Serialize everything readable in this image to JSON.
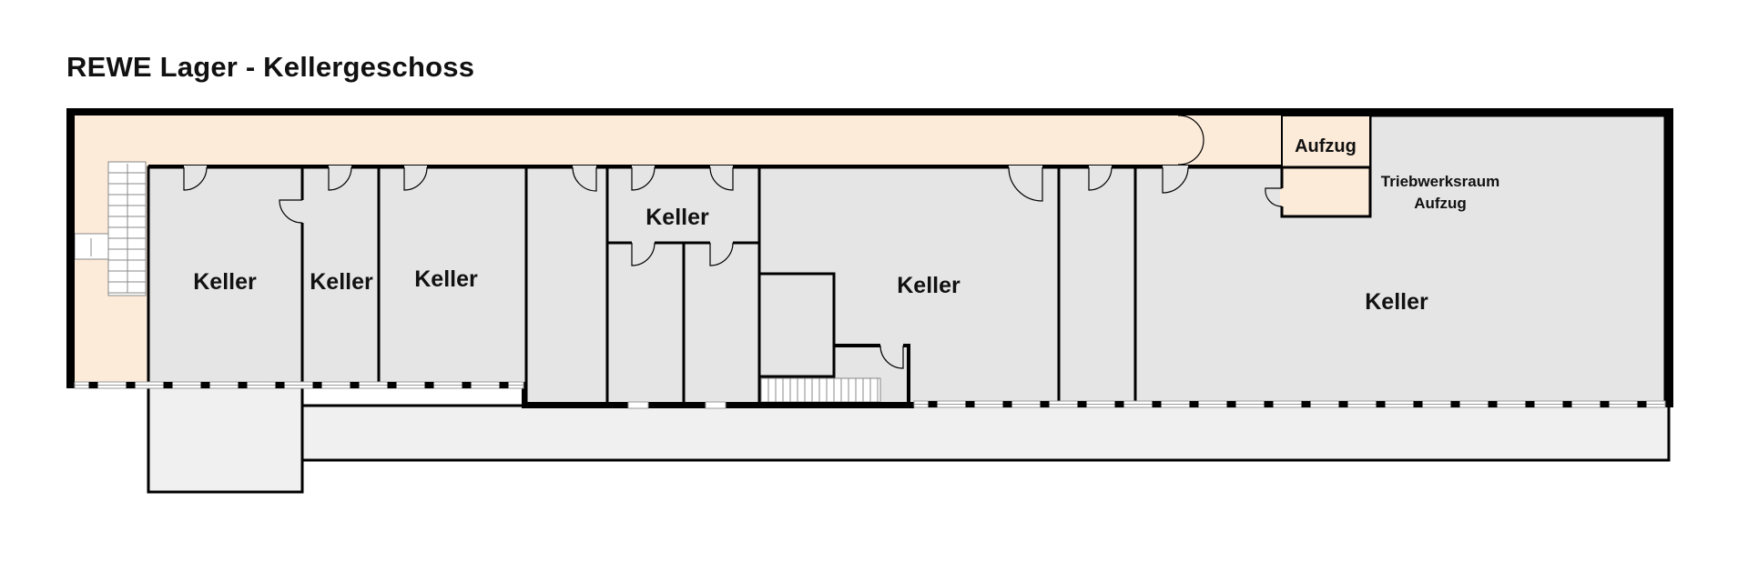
{
  "title": "REWE Lager - Kellergeschoss",
  "rooms": {
    "keller_1": "Keller",
    "keller_2": "Keller",
    "keller_3": "Keller",
    "keller_small": "Keller",
    "keller_middle": "Keller",
    "keller_large": "Keller",
    "aufzug": "Aufzug",
    "triebwerksraum_line1": "Triebwerksraum",
    "triebwerksraum_line2": "Aufzug"
  },
  "colors": {
    "corridor": "#fdebd9",
    "room": "#e5e5e5",
    "outside": "#f0f0f0",
    "wall": "#000000"
  }
}
